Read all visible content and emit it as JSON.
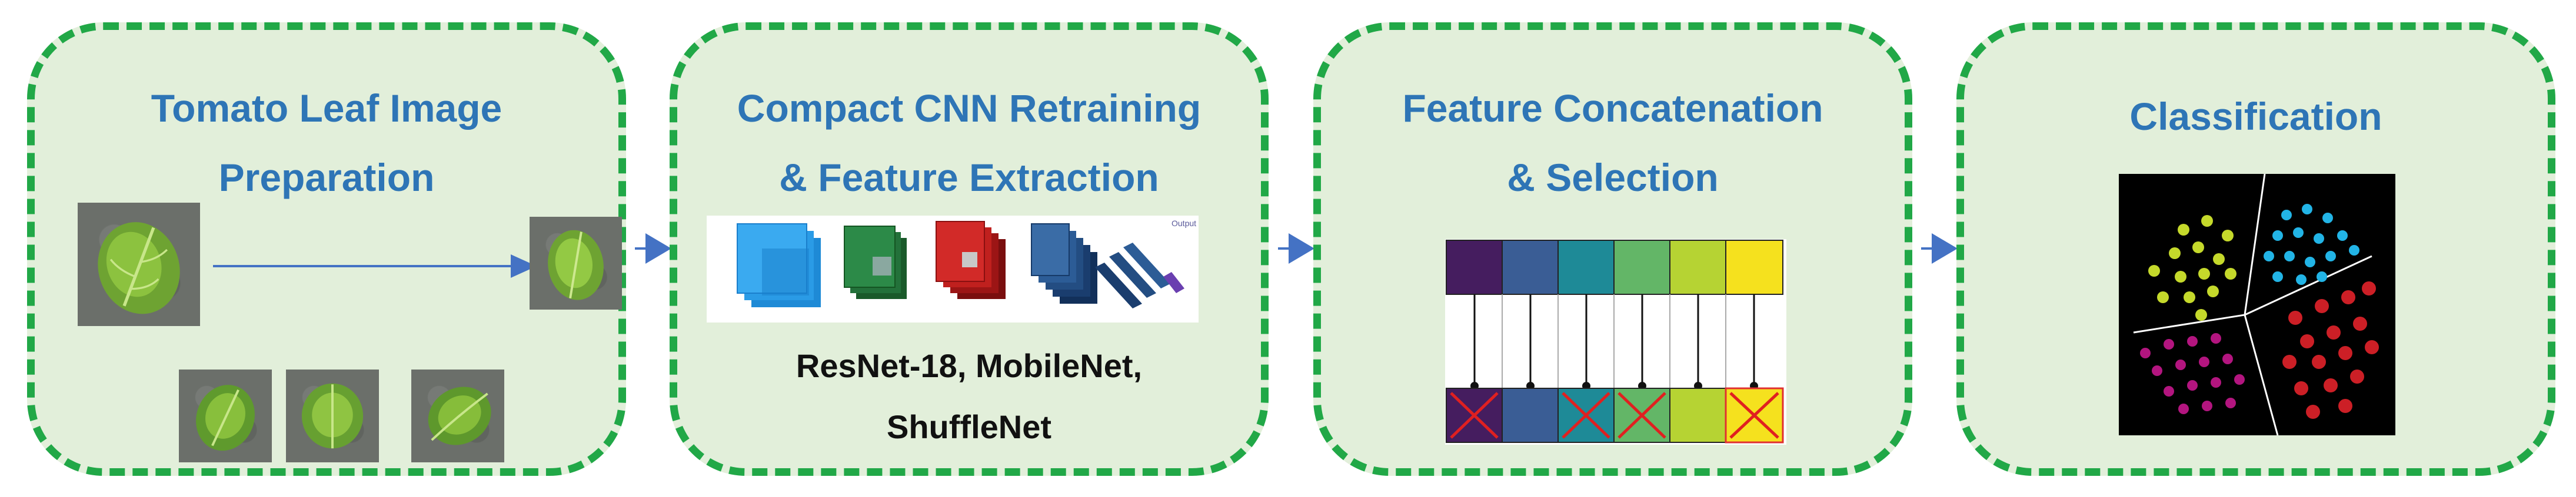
{
  "stages": [
    {
      "title_line1": "Tomato Leaf Image",
      "title_line2": "Preparation"
    },
    {
      "title_line1": "Compact CNN Retraining",
      "title_line2": "& Feature Extraction",
      "caption_line1": "ResNet-18, MobileNet,",
      "caption_line2": "ShuffleNet",
      "figure_label": "Output"
    },
    {
      "title_line1": "Feature Concatenation",
      "title_line2": "& Selection"
    },
    {
      "title_line1": "Classification"
    }
  ],
  "colors": {
    "panel_fill": "#e2efda",
    "panel_border": "#21a847",
    "title": "#2e75b6",
    "arrow": "#4472c4",
    "feature_row": [
      "#451d5f",
      "#3a5d95",
      "#1e8a97",
      "#63b667",
      "#b6d333",
      "#f5e11e"
    ],
    "cluster_points": [
      "#c5d92b",
      "#22b4e6",
      "#b3157f",
      "#cc1f26"
    ]
  },
  "icons": [
    "leaf-image",
    "arrow-right-icon",
    "cnn-layers-graphic",
    "feature-matrix-graphic",
    "cluster-scatter-graphic"
  ]
}
